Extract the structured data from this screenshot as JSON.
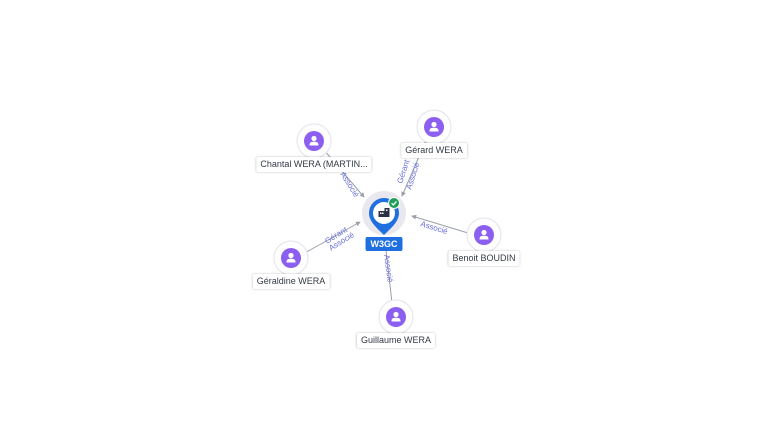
{
  "company": {
    "name": "W3GC",
    "icon": "building-icon",
    "status_icon": "check-icon",
    "colors": {
      "marker": "#1f6fe0",
      "status": "#1e9e5a",
      "halo": "#e8e8ee"
    }
  },
  "persons": [
    {
      "id": "chantal",
      "name": "Chantal WERA (MARTIN...",
      "roles": [
        "Associé"
      ]
    },
    {
      "id": "gerard",
      "name": "Gérard WERA",
      "roles": [
        "Gérant",
        "Associé"
      ]
    },
    {
      "id": "benoit",
      "name": "Benoit BOUDIN",
      "roles": [
        "Associé"
      ]
    },
    {
      "id": "geraldine",
      "name": "Géraldine WERA",
      "roles": [
        "Gérant",
        "Associé"
      ]
    },
    {
      "id": "guillaume",
      "name": "Guillaume WERA",
      "roles": [
        "Associé"
      ]
    }
  ],
  "person_icon": "user-icon",
  "colors": {
    "person": "#8c5ff0",
    "edge": "#9aa0aa",
    "edge_label": "#6a6fd8"
  }
}
